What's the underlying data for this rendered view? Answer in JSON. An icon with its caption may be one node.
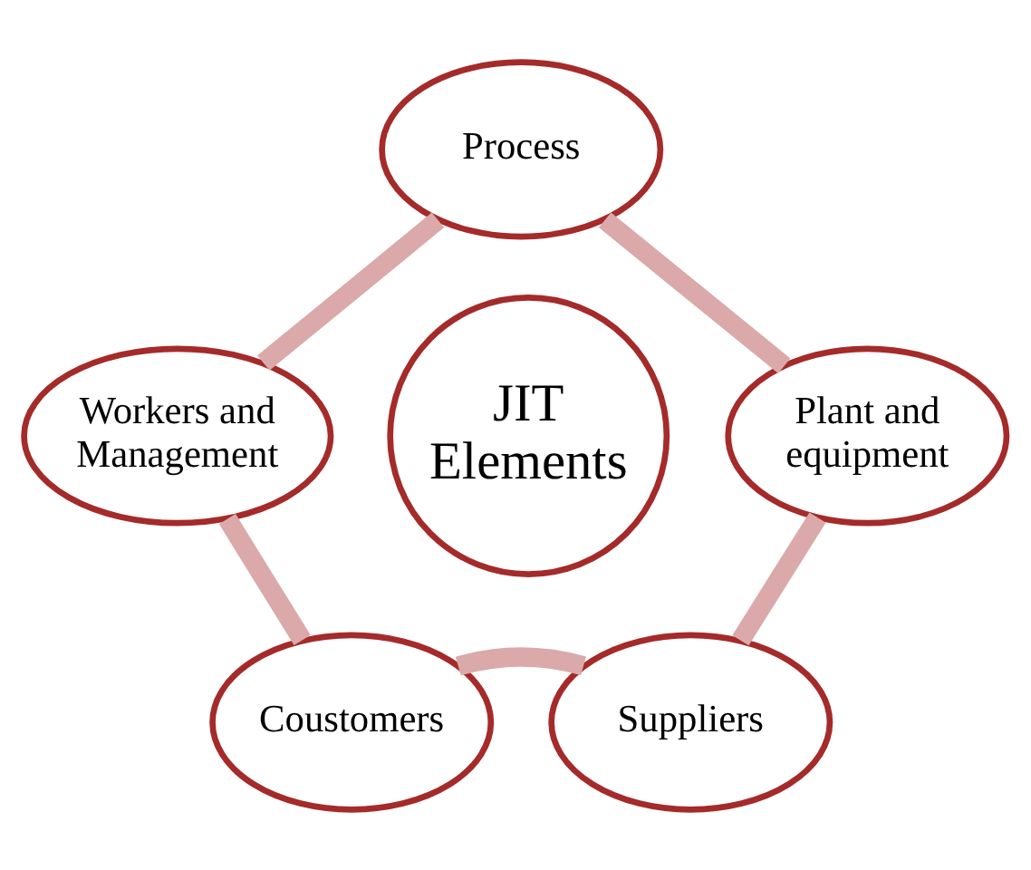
{
  "diagram": {
    "nodes": [
      {
        "text": [
          "Process"
        ]
      },
      {
        "text": [
          "Workers and Management"
        ]
      },
      {
        "text": [
          "JIT Elements"
        ]
      },
      {
        "text": [
          "Plant and equipment"
        ]
      },
      {
        "text": [
          "Coustomers"
        ]
      },
      {
        "text": [
          "Suppliers"
        ]
      }
    ],
    "edges": [
      {
        "from": 0,
        "to": 3,
        "arrow": "none"
      },
      {
        "from": 3,
        "to": 5,
        "arrow": "none"
      },
      {
        "from": 4,
        "to": 5,
        "arrow": "none"
      },
      {
        "from": 1,
        "to": 4,
        "arrow": "none"
      },
      {
        "from": 0,
        "to": 1,
        "arrow": "none"
      }
    ]
  }
}
